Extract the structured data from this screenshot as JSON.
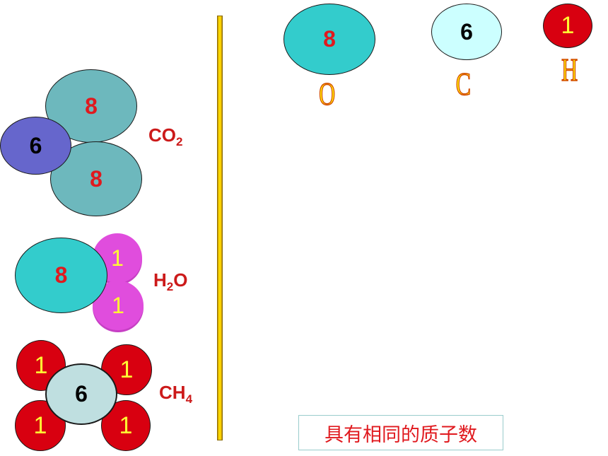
{
  "molecules": {
    "co2": {
      "oxygen_top": "8",
      "oxygen_bottom": "8",
      "carbon": "6",
      "formula": {
        "main": "CO",
        "sub": "2",
        "tail": ""
      }
    },
    "h2o": {
      "oxygen": "8",
      "hydrogen_top": "1",
      "hydrogen_bottom": "1",
      "formula": {
        "main": "H",
        "sub": "2",
        "tail": "O"
      }
    },
    "ch4": {
      "carbon": "6",
      "hydrogens": [
        "1",
        "1",
        "1",
        "1"
      ],
      "formula": {
        "main": "CH",
        "sub": "4",
        "tail": ""
      }
    }
  },
  "elements": [
    {
      "number": "8",
      "symbol": "O",
      "color": "#33cccc"
    },
    {
      "number": "6",
      "symbol": "C",
      "color": "#ccffff"
    },
    {
      "number": "1",
      "symbol": "H",
      "color": "#d80010"
    }
  ],
  "note": "具有相同的质子数"
}
